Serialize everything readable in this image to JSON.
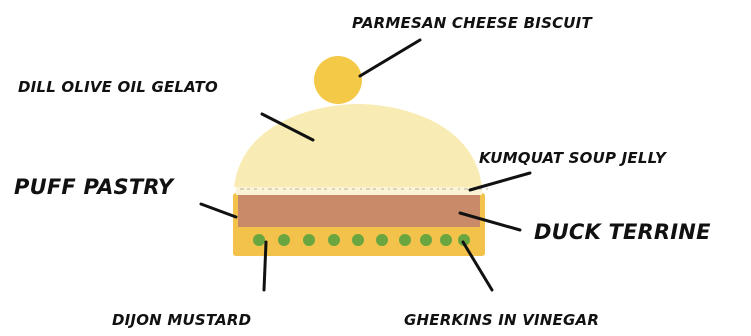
{
  "labels": {
    "parmesan_cheese_biscuit": "PARMESAN CHEESE BISCUIT",
    "dill_olive_oil_gelato": "DILL OLIVE OIL GELATO",
    "kumquat_soup_jelly": "KUMQUAT SOUP JELLY",
    "puff_pastry": "PUFF PASTRY",
    "duck_terrine": "DUCK TERRINE",
    "dijon_mustard": "DIJON MUSTARD",
    "gherkins_in_vinegar": "GHERKINS IN VINEGAR"
  },
  "colors": {
    "biscuit": "#f4c948",
    "gelato": "#f8ecb4",
    "jelly": "#fbf3d6",
    "terrine": "#c98a6a",
    "pastry": "#f2c24a",
    "gherkin": "#6aa640",
    "leader_line": "#111111"
  }
}
